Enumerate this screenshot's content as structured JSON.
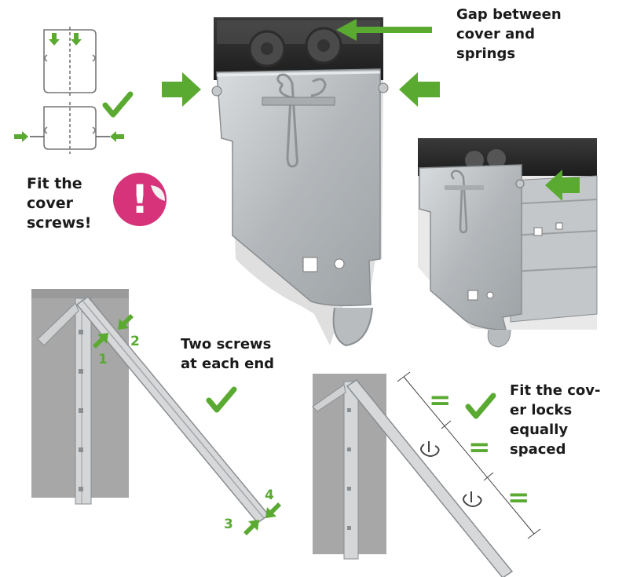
{
  "labels": {
    "gap": "Gap between\ncover and\nsprings",
    "fit_screws": "Fit the\ncover\nscrews!",
    "two_screws": "Two screws\nat each end",
    "fit_locks": "Fit the cov-\ner locks\nequally\nspaced"
  },
  "warning_symbol": "!",
  "step_numbers": [
    "1",
    "2",
    "3",
    "4"
  ],
  "equal_sign": "=",
  "colors": {
    "accent_green": "#5aaa32",
    "warning_pink": "#d6337a",
    "metal": "#b9bcbe",
    "wall": "#a7a7a7"
  },
  "icons": [
    "arrow-icon",
    "checkmark-icon",
    "warning-icon",
    "cover-lock-icon"
  ]
}
